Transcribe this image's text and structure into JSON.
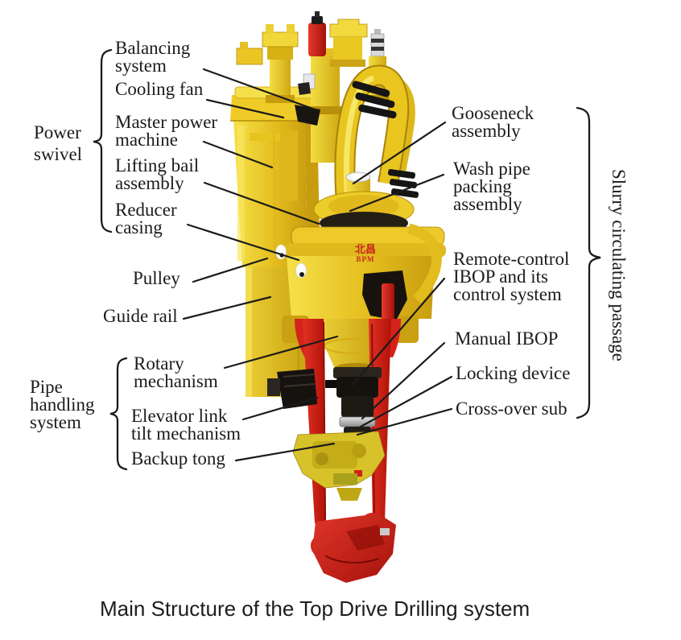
{
  "caption": "Main Structure of the Top Drive Drilling system",
  "groups": {
    "power_swivel": {
      "lines": [
        "Power",
        "swivel"
      ]
    },
    "pipe_handling": {
      "lines": [
        "Pipe",
        "handling",
        "system"
      ]
    }
  },
  "left_labels": [
    {
      "id": "balancing-system",
      "lines": [
        "Balancing",
        "system"
      ]
    },
    {
      "id": "cooling-fan",
      "lines": [
        "Cooling fan"
      ]
    },
    {
      "id": "master-power-machine",
      "lines": [
        "Master power",
        "machine"
      ]
    },
    {
      "id": "lifting-bail-assembly",
      "lines": [
        "Lifting bail",
        "assembly"
      ]
    },
    {
      "id": "reducer-casing",
      "lines": [
        "Reducer",
        "casing"
      ]
    },
    {
      "id": "pulley",
      "lines": [
        "Pulley"
      ]
    },
    {
      "id": "guide-rail",
      "lines": [
        "Guide rail"
      ]
    },
    {
      "id": "rotary-mechanism",
      "lines": [
        "Rotary",
        "mechanism"
      ]
    },
    {
      "id": "elevator-link-tilt-mechanism",
      "lines": [
        "Elevator link",
        "tilt mechanism"
      ]
    },
    {
      "id": "backup-tong",
      "lines": [
        "Backup tong"
      ]
    }
  ],
  "right_labels": [
    {
      "id": "gooseneck-assembly",
      "lines": [
        "Gooseneck",
        "assembly"
      ]
    },
    {
      "id": "wash-pipe-packing-assembly",
      "lines": [
        "Wash pipe",
        "packing",
        "assembly"
      ]
    },
    {
      "id": "remote-control-ibop",
      "lines": [
        "Remote-control",
        "IBOP and its",
        "control system"
      ]
    },
    {
      "id": "manual-ibop",
      "lines": [
        "Manual IBOP"
      ]
    },
    {
      "id": "locking-device",
      "lines": [
        "Locking device"
      ]
    },
    {
      "id": "cross-over-sub",
      "lines": [
        "Cross-over sub"
      ]
    }
  ],
  "side_label": "Slurry circulating passage",
  "machine_marking": {
    "line1": "北昌",
    "line2": "BPM"
  },
  "colors": {
    "machine_yellow": "#eec824",
    "machine_yellow_dark": "#c89d0f",
    "machine_red": "#d5231c",
    "leader_line": "#1b1b1b"
  }
}
